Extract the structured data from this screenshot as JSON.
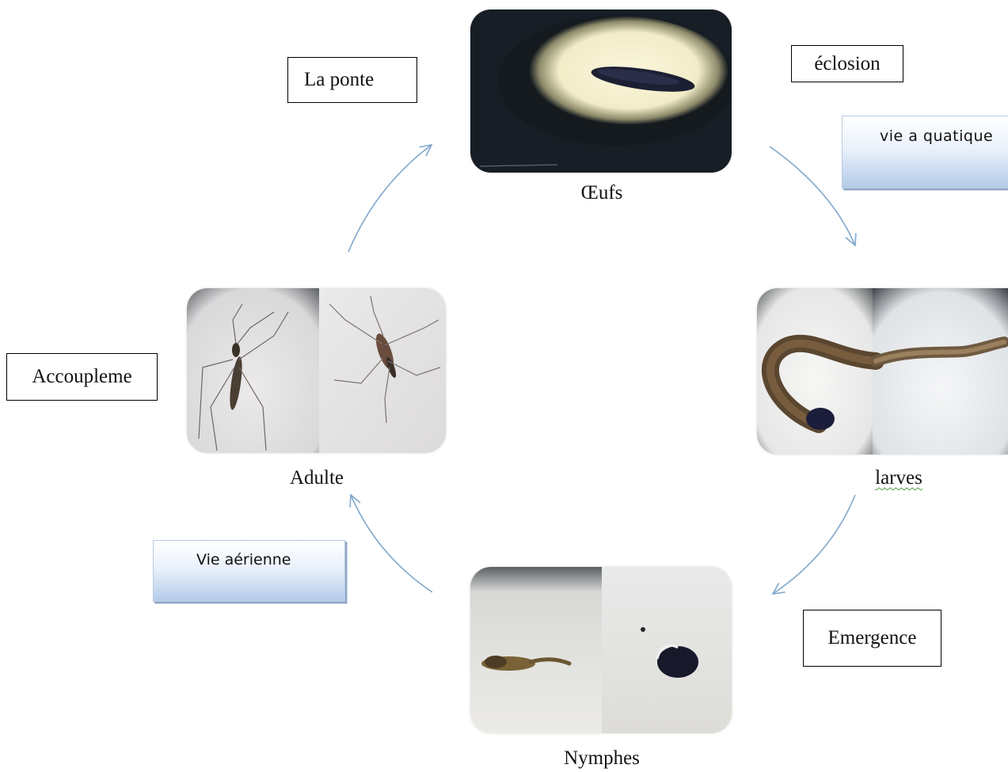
{
  "stages": {
    "eggs": "Œufs",
    "larvae": "larves",
    "nymphs": "Nymphes",
    "adult": "Adulte"
  },
  "transitions": {
    "egg_laying": "La ponte",
    "hatching": "éclosion",
    "emergence": "Emergence",
    "mating": "Accoupleme"
  },
  "phases": {
    "aquatic": "vie a quatique",
    "aerial": "Vie aérienne"
  },
  "colors": {
    "arrow": "#7fa8cc",
    "phase_gradient_bottom": "#b4cbe9"
  }
}
